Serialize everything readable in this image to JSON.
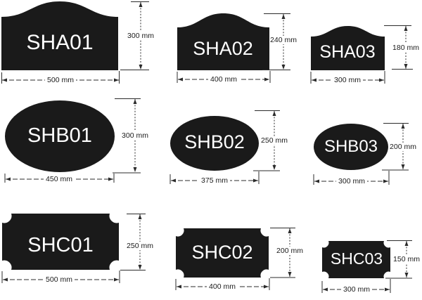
{
  "colors": {
    "background": "#ffffff",
    "shape_fill": "#1a1a1a",
    "shape_label": "#ffffff",
    "dimension_line": "#2b2b2b",
    "dimension_text": "#1a1a1a"
  },
  "unit": "mm",
  "shapes": [
    {
      "code": "SHA01",
      "style": "arched-top-rectangle",
      "width_label": "500 mm",
      "height_label": "300 mm",
      "width_mm": 500,
      "height_mm": 300
    },
    {
      "code": "SHA02",
      "style": "arched-top-rectangle",
      "width_label": "400 mm",
      "height_label": "240 mm",
      "width_mm": 400,
      "height_mm": 240
    },
    {
      "code": "SHA03",
      "style": "arched-top-rectangle",
      "width_label": "300 mm",
      "height_label": "180 mm",
      "width_mm": 300,
      "height_mm": 180
    },
    {
      "code": "SHB01",
      "style": "ellipse",
      "width_label": "450 mm",
      "height_label": "300 mm",
      "width_mm": 450,
      "height_mm": 300
    },
    {
      "code": "SHB02",
      "style": "ellipse",
      "width_label": "375 mm",
      "height_label": "250 mm",
      "width_mm": 375,
      "height_mm": 250
    },
    {
      "code": "SHB03",
      "style": "ellipse",
      "width_label": "300 mm",
      "height_label": "200 mm",
      "width_mm": 300,
      "height_mm": 200
    },
    {
      "code": "SHC01",
      "style": "notched-corner-plaque",
      "width_label": "500 mm",
      "height_label": "250 mm",
      "width_mm": 500,
      "height_mm": 250
    },
    {
      "code": "SHC02",
      "style": "notched-corner-plaque",
      "width_label": "400 mm",
      "height_label": "200 mm",
      "width_mm": 400,
      "height_mm": 200
    },
    {
      "code": "SHC03",
      "style": "notched-corner-plaque",
      "width_label": "300 mm",
      "height_label": "150 mm",
      "width_mm": 300,
      "height_mm": 150
    }
  ]
}
